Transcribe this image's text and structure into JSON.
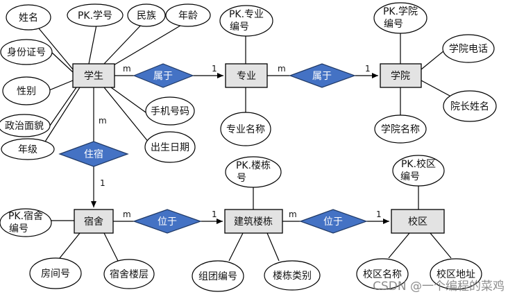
{
  "entities": {
    "student": "学生",
    "major": "专业",
    "college": "学院",
    "dorm": "宿舍",
    "building": "建筑楼栋",
    "campus": "校区"
  },
  "relationships": {
    "student_major": "属于",
    "major_college": "属于",
    "student_dorm": "住宿",
    "dorm_building": "位于",
    "building_campus": "位于"
  },
  "cardinality": {
    "student_major_m": "m",
    "student_major_1": "1",
    "major_college_m": "m",
    "major_college_1": "1",
    "student_dorm_m": "m",
    "student_dorm_1": "1",
    "dorm_building_m": "m",
    "dorm_building_1": "1",
    "building_campus_m": "m",
    "building_campus_1": "1"
  },
  "attributes": {
    "student_name": "姓名",
    "student_id": "PK.学号",
    "student_ethnicity": "民族",
    "student_age": "年龄",
    "student_idcard": "身份证号",
    "student_gender": "性别",
    "student_political": "政治面貌",
    "student_grade": "年级",
    "student_phone": "手机号码",
    "student_birth": "出生日期",
    "major_id": [
      "PK.专业",
      "编号"
    ],
    "major_name": "专业名称",
    "college_id": [
      "PK.学院",
      "编号"
    ],
    "college_phone": "学院电话",
    "college_dean": "院长姓名",
    "college_name": "学院名称",
    "dorm_id": [
      "PK.宿舍",
      "编号"
    ],
    "dorm_room": "房间号",
    "dorm_floor": "宿舍楼层",
    "building_id": [
      "PK.楼栋",
      "号"
    ],
    "building_group": "组团编号",
    "building_type": "楼栋类别",
    "campus_id": [
      "PK.校区",
      "编号"
    ],
    "campus_name": "校区名称",
    "campus_addr": "校区地址"
  },
  "watermark": "CSDN @一个编程的菜鸡",
  "colors": {
    "entity_fill": "#e3e3e3",
    "relationship_fill": "#4472c4",
    "line": "#000000"
  }
}
